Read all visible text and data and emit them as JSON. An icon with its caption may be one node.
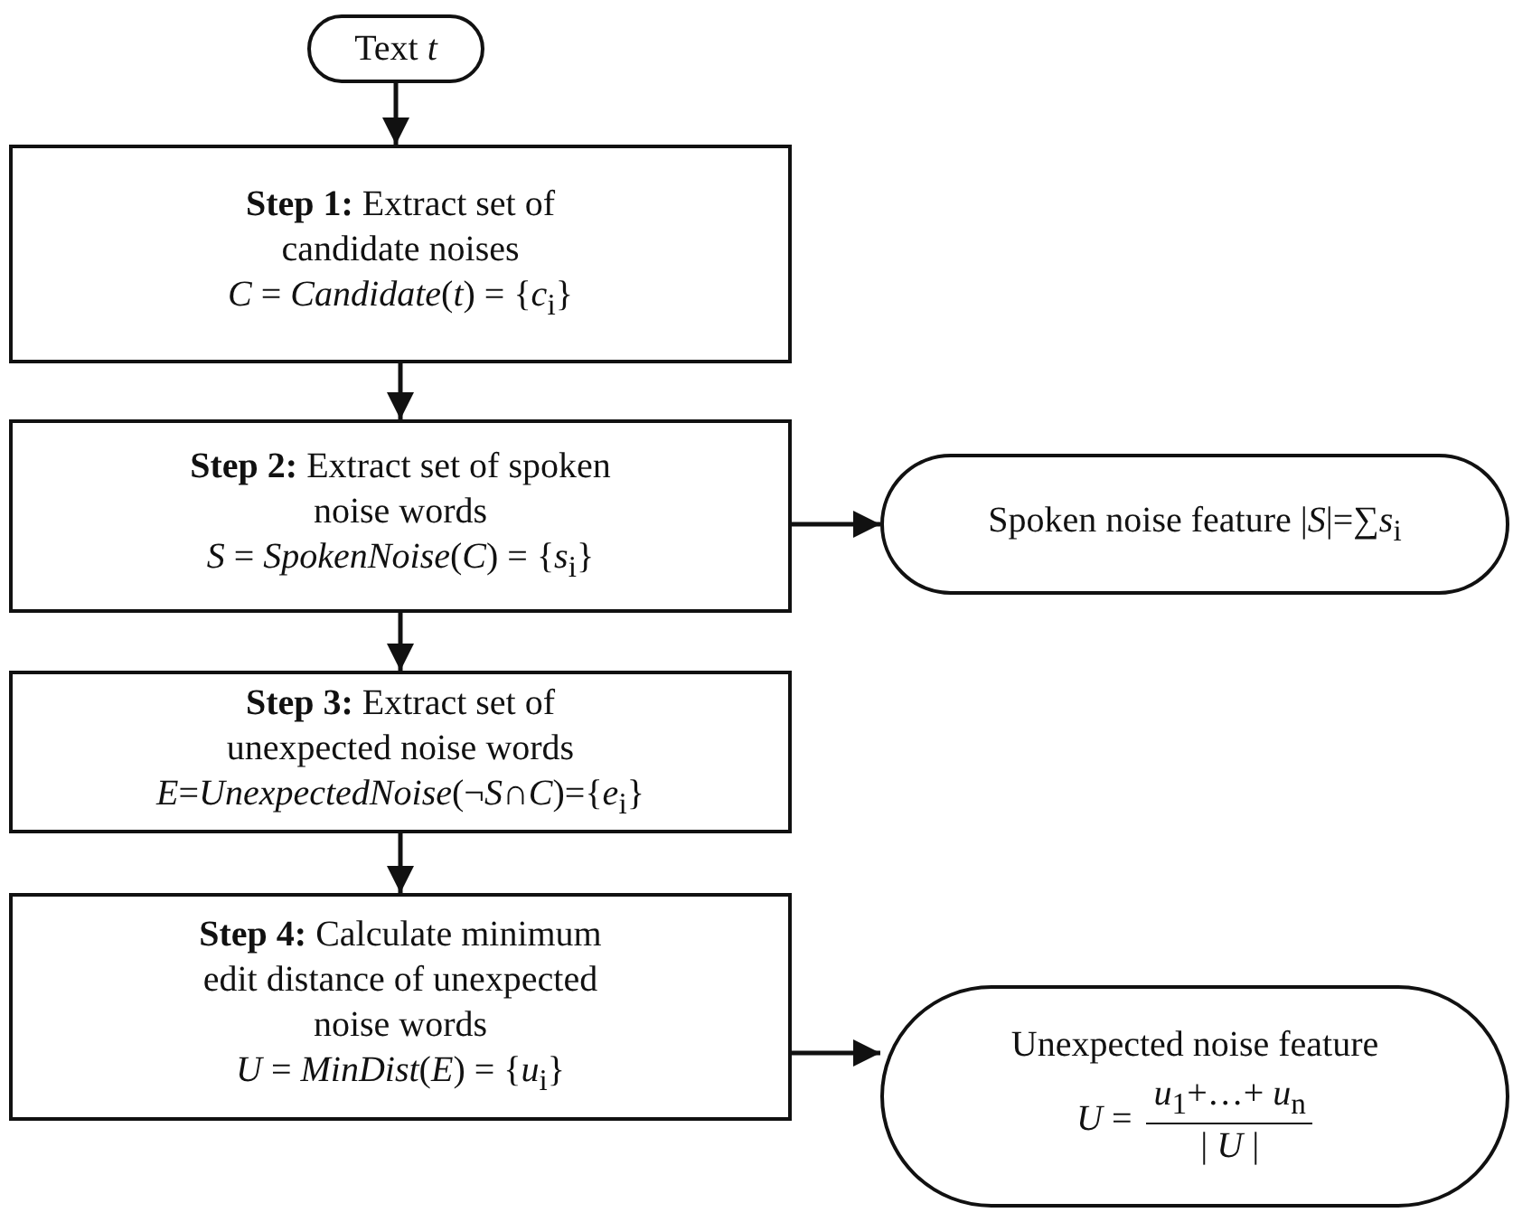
{
  "diagram": {
    "nodes": [
      {
        "text": [
          "Text *t*"
        ]
      },
      {
        "text": [
          "**Step 1:** Extract set of candidate noises",
          "*C* = *Candidate*(*t*) = {*c*$_{i}$}"
        ]
      },
      {
        "text": [
          "**Step 2:** Extract set of spoken noise words",
          "*S* = *SpokenNoise*(*C*) = {*s*$_{i}$}"
        ]
      },
      {
        "text": [
          "**Step 3:** Extract set of unexpected noise words",
          "*E*=*UnexpectedNoise*(¬*S*∩*C*)={*e*$_{i}$}"
        ]
      },
      {
        "text": [
          "**Step 4:** Calculate minimum edit distance of unexpected noise words",
          "*U* = *MinDist*(*E*) = {*u*$_{i}$}"
        ]
      },
      {
        "text": [
          "Spoken noise feature |*S*|=∑*s*$_{i}$"
        ]
      },
      {
        "text": [
          "Unexpected noise feature",
          "*U* =",
          "*u*$_{1}$+…+ *u*$_{n}$",
          "| *U* |"
        ]
      }
    ],
    "edges": [
      {
        "from": 0,
        "to": 1,
        "arrow": "to"
      },
      {
        "from": 1,
        "to": 2,
        "arrow": "to"
      },
      {
        "from": 2,
        "to": 3,
        "arrow": "to"
      },
      {
        "from": 3,
        "to": 4,
        "arrow": "to"
      },
      {
        "from": 2,
        "to": 5,
        "arrow": "to"
      },
      {
        "from": 4,
        "to": 6,
        "arrow": "to"
      }
    ]
  }
}
